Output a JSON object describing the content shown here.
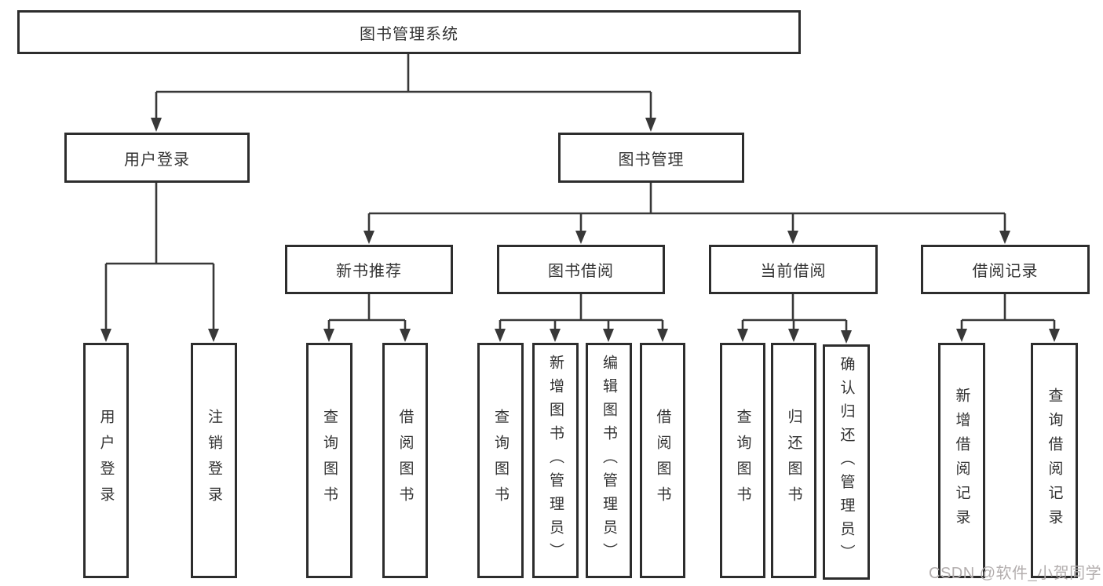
{
  "tree": {
    "label": "图书管理系统",
    "children": [
      {
        "label": "用户登录",
        "children": [
          {
            "label": "用户登录"
          },
          {
            "label": "注销登录"
          }
        ]
      },
      {
        "label": "图书管理",
        "children": [
          {
            "label": "新书推荐",
            "children": [
              {
                "label": "查询图书"
              },
              {
                "label": "借阅图书"
              }
            ]
          },
          {
            "label": "图书借阅",
            "children": [
              {
                "label": "查询图书"
              },
              {
                "label": "新增图书（管理员）"
              },
              {
                "label": "编辑图书（管理员）"
              },
              {
                "label": "借阅图书"
              }
            ]
          },
          {
            "label": "当前借阅",
            "children": [
              {
                "label": "查询图书"
              },
              {
                "label": "归还图书"
              },
              {
                "label": "确认归还（管理员）"
              }
            ]
          },
          {
            "label": "借阅记录",
            "children": [
              {
                "label": "新增借阅记录"
              },
              {
                "label": "查询借阅记录"
              }
            ]
          }
        ]
      }
    ]
  },
  "watermark": "CSDN @软件_小贺同学",
  "colors": {
    "line": "#383838",
    "box_border": "#2d2d2d",
    "text": "#333333",
    "background": "#ffffff",
    "watermark": "#b3aeae"
  }
}
